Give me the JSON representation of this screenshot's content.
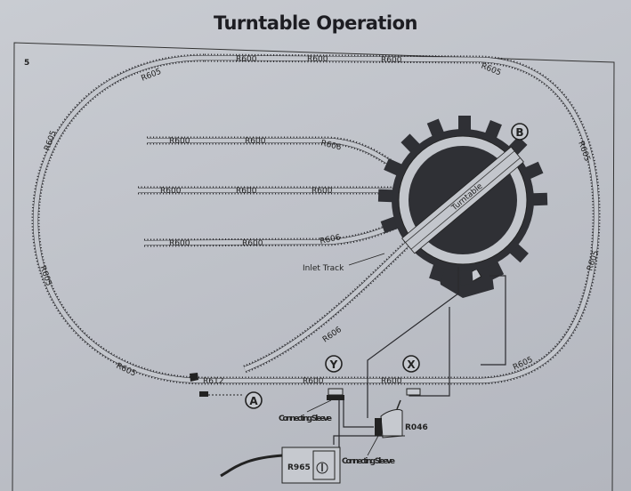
{
  "title": "Turntable Operation",
  "page_number": "5",
  "track_labels": {
    "curve": "R605",
    "straight": "R600",
    "siding_curve": "R606",
    "point": "R612"
  },
  "components": {
    "turntable": "Turntable",
    "inlet_track": "Inlet Track",
    "switch": "R046",
    "controller": "R965",
    "connecting_sleeve": "Connecting Sleeve"
  },
  "markers": {
    "a": "A",
    "b": "B",
    "x": "X",
    "y": "Y"
  }
}
